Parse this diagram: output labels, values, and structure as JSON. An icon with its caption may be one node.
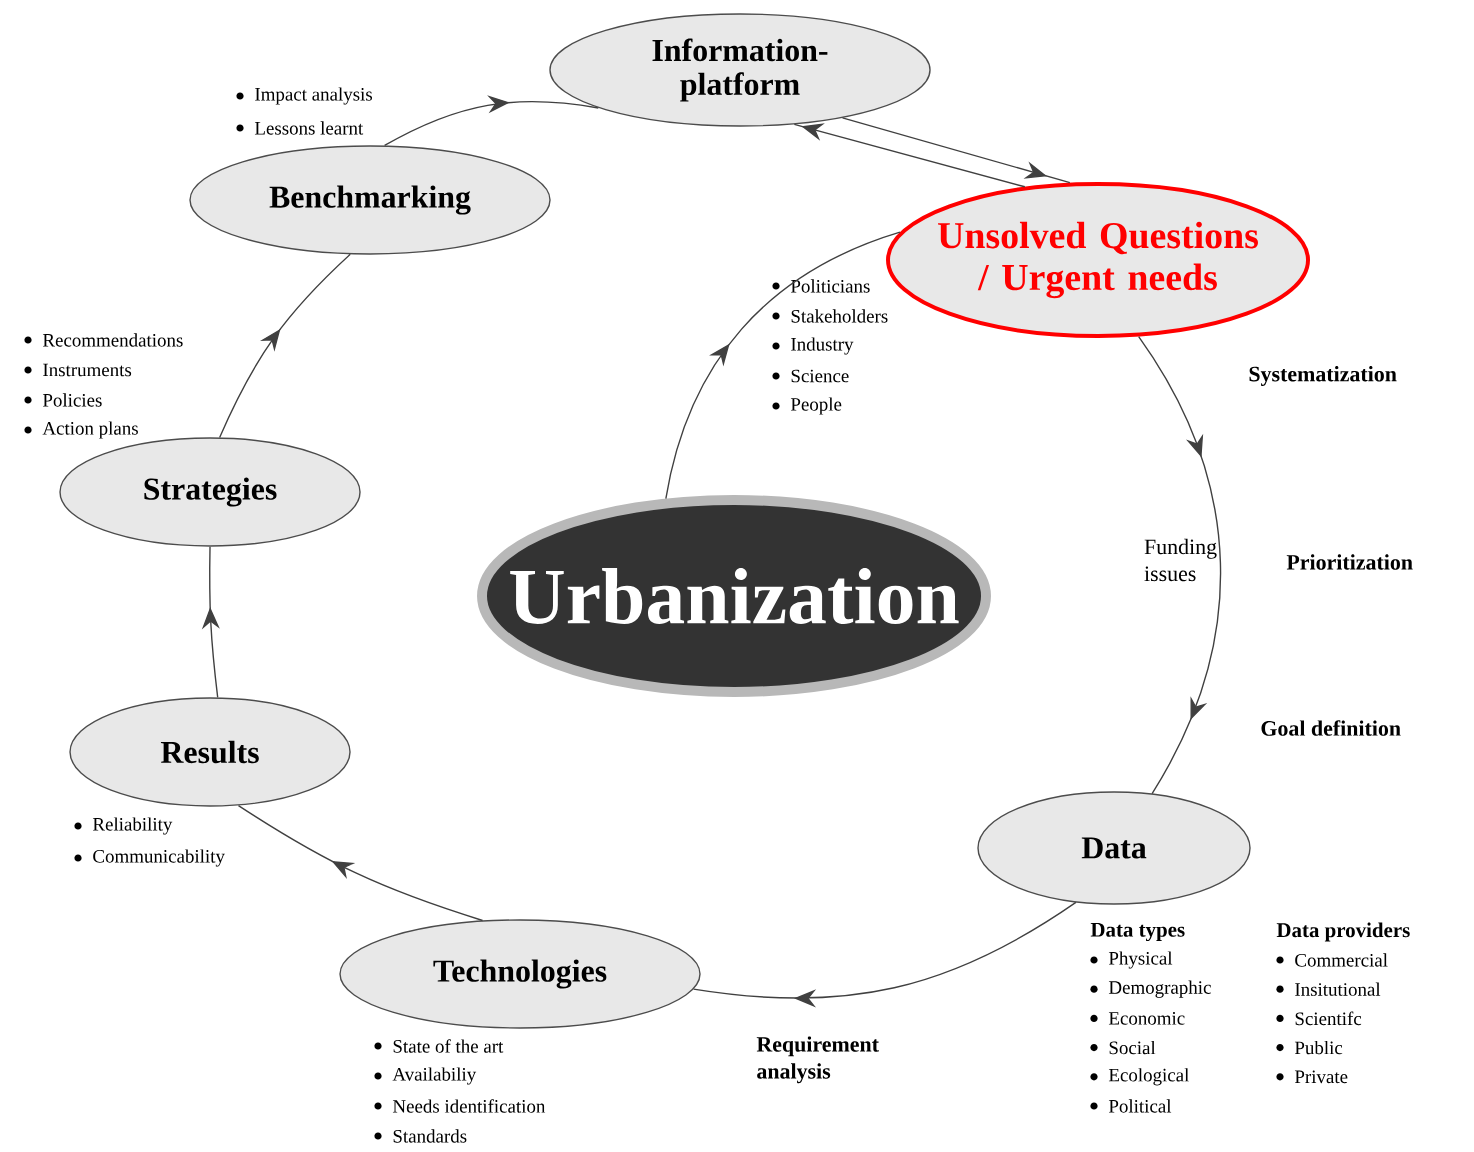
{
  "diagram": {
    "nodes": [
      {
        "text": [
          "Information-platform"
        ]
      },
      {
        "text": [
          "Unsolved Questions / Urgent needs"
        ],
        "beside": [
          "Politicians",
          "Stakeholders",
          "Industry",
          "Science",
          "People"
        ]
      },
      {
        "text": [
          "Data"
        ],
        "beside": [
          "Data types",
          "Physical",
          "Demographic",
          "Economic",
          "Social",
          "Ecological",
          "Political",
          "Data providers",
          "Commercial",
          "Insitutional",
          "Scientifc",
          "Public",
          "Private"
        ]
      },
      {
        "text": [
          "Technologies"
        ],
        "beside": [
          "State of the art",
          "Availabiliy",
          "Needs identification",
          "Standards"
        ]
      },
      {
        "text": [
          "Results"
        ],
        "beside": [
          "Reliability",
          "Communicability"
        ]
      },
      {
        "text": [
          "Strategies"
        ],
        "beside": [
          "Recommendations",
          "Instruments",
          "Policies",
          "Action plans"
        ]
      },
      {
        "text": [
          "Benchmarking"
        ],
        "beside": [
          "Impact analysis",
          "Lessons learnt"
        ]
      },
      {
        "text": [
          "Urbanization"
        ]
      }
    ],
    "edges": [
      {
        "from": 6,
        "to": 0,
        "arrow": "to"
      },
      {
        "from": 0,
        "to": 1,
        "arrow": "to"
      },
      {
        "from": 1,
        "to": 0,
        "arrow": "to"
      },
      {
        "from": 1,
        "to": 2,
        "arrow": "to"
      },
      {
        "from": 2,
        "to": 3,
        "arrow": "to"
      },
      {
        "from": 3,
        "to": 4,
        "arrow": "to"
      },
      {
        "from": 4,
        "to": 5,
        "arrow": "to"
      },
      {
        "from": 5,
        "to": 6,
        "arrow": "to"
      },
      {
        "from": 7,
        "to": 1,
        "arrow": "to"
      }
    ],
    "labels": [
      "Systematization",
      "Funding issues",
      "Prioritization",
      "Goal definition",
      "Requirement analysis"
    ]
  }
}
